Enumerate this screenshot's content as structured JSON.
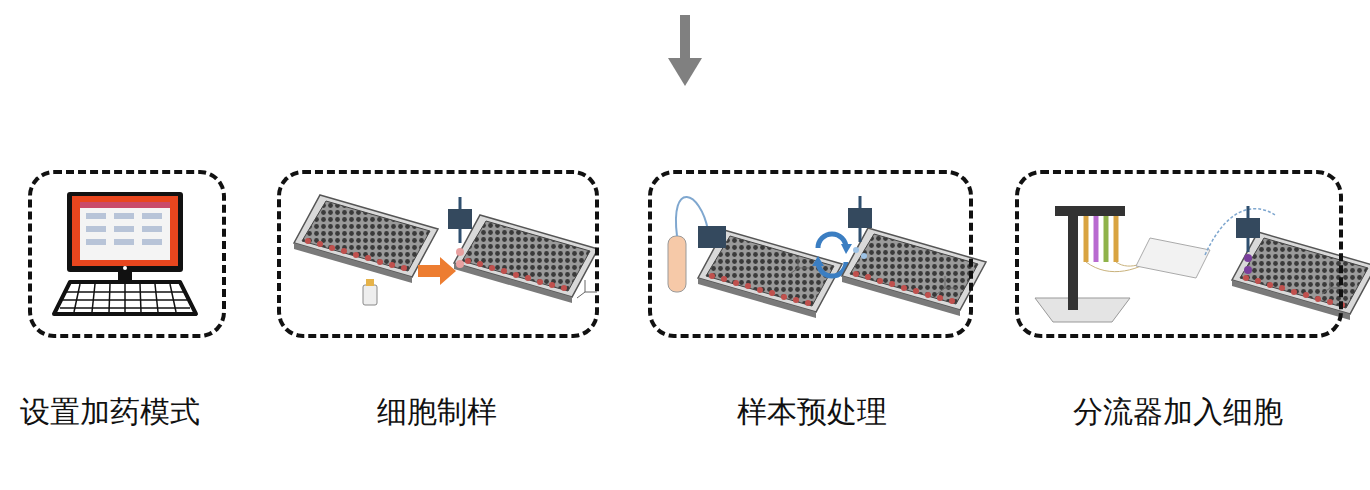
{
  "diagram": {
    "nodes": [
      {
        "text": [
          "设置加药模式"
        ]
      },
      {
        "text": [
          "细胞制样"
        ]
      },
      {
        "text": [
          "样本预处理"
        ]
      },
      {
        "text": [
          "分流器加入细胞"
        ]
      }
    ]
  }
}
